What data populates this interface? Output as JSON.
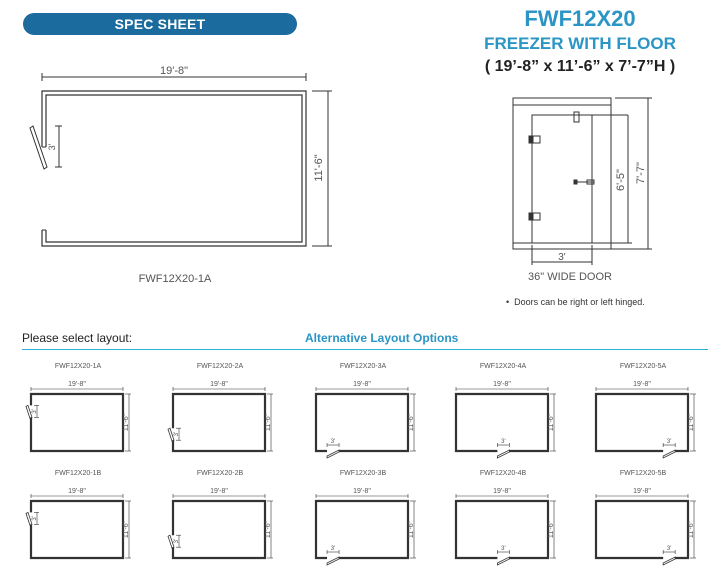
{
  "header": {
    "spec_sheet_label": "SPEC SHEET",
    "model": "FWF12X20",
    "type": "FREEZER WITH FLOOR",
    "dimensions": "( 19’-8” x 11’-6” x 7’-7”H )",
    "brand_color": "#1b6b9e",
    "accent_color": "#2b95c5"
  },
  "floor_plan": {
    "width_label": "19'-8\"",
    "depth_label": "11'-6\"",
    "door_label": "3'",
    "caption": "FWF12X20-1A"
  },
  "door_elevation": {
    "door_height_label": "6'-5\"",
    "total_height_label": "7'-7\"",
    "door_width_label": "3'",
    "caption": "36\" WIDE DOOR",
    "note": "Doors can be right or left hinged."
  },
  "layout_section": {
    "select_label": "Please select layout:",
    "alternatives_label": "Alternative Layout Options"
  },
  "layouts": [
    {
      "id": "FWF12X20-1A",
      "width": "19'-8\"",
      "depth": "11'-6\"",
      "door": "3'"
    },
    {
      "id": "FWF12X20-2A",
      "width": "19'-8\"",
      "depth": "11'-6\"",
      "door": "3'"
    },
    {
      "id": "FWF12X20-3A",
      "width": "19'-8\"",
      "depth": "11'-6\"",
      "door": "3'"
    },
    {
      "id": "FWF12X20-4A",
      "width": "19'-8\"",
      "depth": "11'-6\"",
      "door": "3'"
    },
    {
      "id": "FWF12X20-5A",
      "width": "19'-8\"",
      "depth": "11'-6\"",
      "door": "3'"
    },
    {
      "id": "FWF12X20-1B",
      "width": "19'-8\"",
      "depth": "11'-6\"",
      "door": "3'"
    },
    {
      "id": "FWF12X20-2B",
      "width": "19'-8\"",
      "depth": "11'-6\"",
      "door": "3'"
    },
    {
      "id": "FWF12X20-3B",
      "width": "19'-8\"",
      "depth": "11'-6\"",
      "door": "3'"
    },
    {
      "id": "FWF12X20-4B",
      "width": "19'-8\"",
      "depth": "11'-6\"",
      "door": "3'"
    },
    {
      "id": "FWF12X20-5B",
      "width": "19'-8\"",
      "depth": "11'-6\"",
      "door": "3'"
    }
  ]
}
